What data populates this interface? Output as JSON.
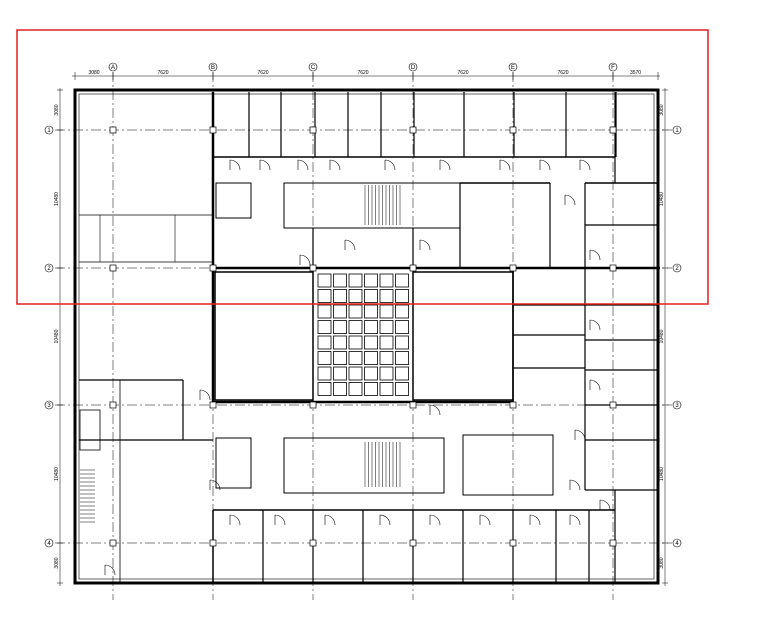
{
  "drawing": {
    "column_grid_labels": [
      "A",
      "B",
      "C",
      "D",
      "E",
      "F"
    ],
    "row_grid_labels": [
      "1",
      "2",
      "3",
      "4"
    ],
    "top_dimensions": [
      "3080",
      "7620",
      "7620",
      "7620",
      "7620",
      "7620",
      "3570"
    ],
    "side_dimensions": [
      "3080",
      "10480",
      "10480",
      "10480",
      "3080"
    ],
    "highlight_color": "#e02020"
  }
}
